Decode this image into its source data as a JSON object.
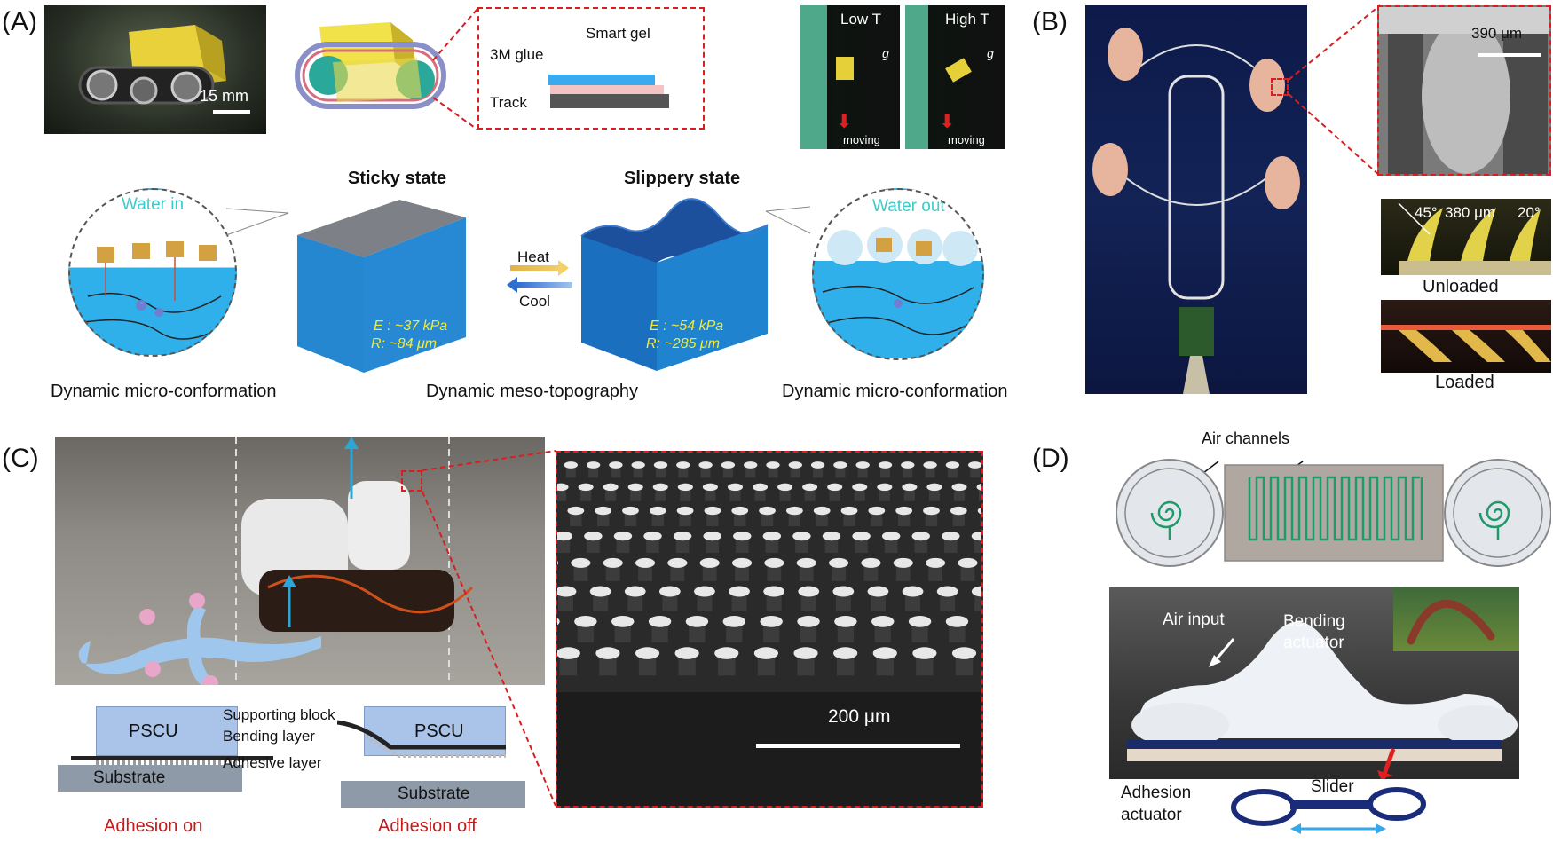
{
  "panels": {
    "a": {
      "label": "(A)",
      "scale_bar": "15 mm",
      "inset": {
        "glue": "3M glue",
        "gel": "Smart gel",
        "track": "Track"
      },
      "low_t": "Low T",
      "high_t": "High T",
      "g": "g",
      "moving": "moving",
      "sticky_state": "Sticky state",
      "slippery_state": "Slippery state",
      "water_in": "Water in",
      "water_out": "Water out",
      "heat": "Heat",
      "cool": "Cool",
      "sticky_e": "E : ~37 kPa",
      "sticky_r": "R: ~84 μm",
      "slippery_e": "E : ~54 kPa",
      "slippery_r": "R: ~285 μm",
      "cap_left": "Dynamic micro-conformation",
      "cap_mid": "Dynamic meso-topography",
      "cap_right": "Dynamic micro-conformation"
    },
    "b": {
      "label": "(B)",
      "sem_scale": "390 μm",
      "angle_1": "45°",
      "width": "380 μm",
      "angle_2": "20°",
      "unloaded": "Unloaded",
      "loaded": "Loaded"
    },
    "c": {
      "label": "(C)",
      "pscu": "PSCU",
      "supporting_block": "Supporting block",
      "bending_layer": "Bending layer",
      "adhesive_layer": "Adhesive layer",
      "substrate": "Substrate",
      "adhesion_on": "Adhesion on",
      "adhesion_off": "Adhesion off",
      "sem_scale": "200 μm"
    },
    "d": {
      "label": "(D)",
      "air_channels": "Air channels",
      "air_input": "Air input",
      "bending_actuator_1": "Bending",
      "bending_actuator_2": "actuator",
      "adhesion_actuator_1": "Adhesion",
      "adhesion_actuator_2": "actuator",
      "slider": "Slider"
    }
  },
  "colors": {
    "red_dash": "#d62020",
    "gel_blue": "#1e6fb8",
    "gecko_blue": "#9fc7ee",
    "gecko_pink": "#e8a6c8",
    "pscu_blue": "#a9c4e8",
    "substrate_gray": "#8e9aa8",
    "channel_green": "#1f9a6a"
  }
}
